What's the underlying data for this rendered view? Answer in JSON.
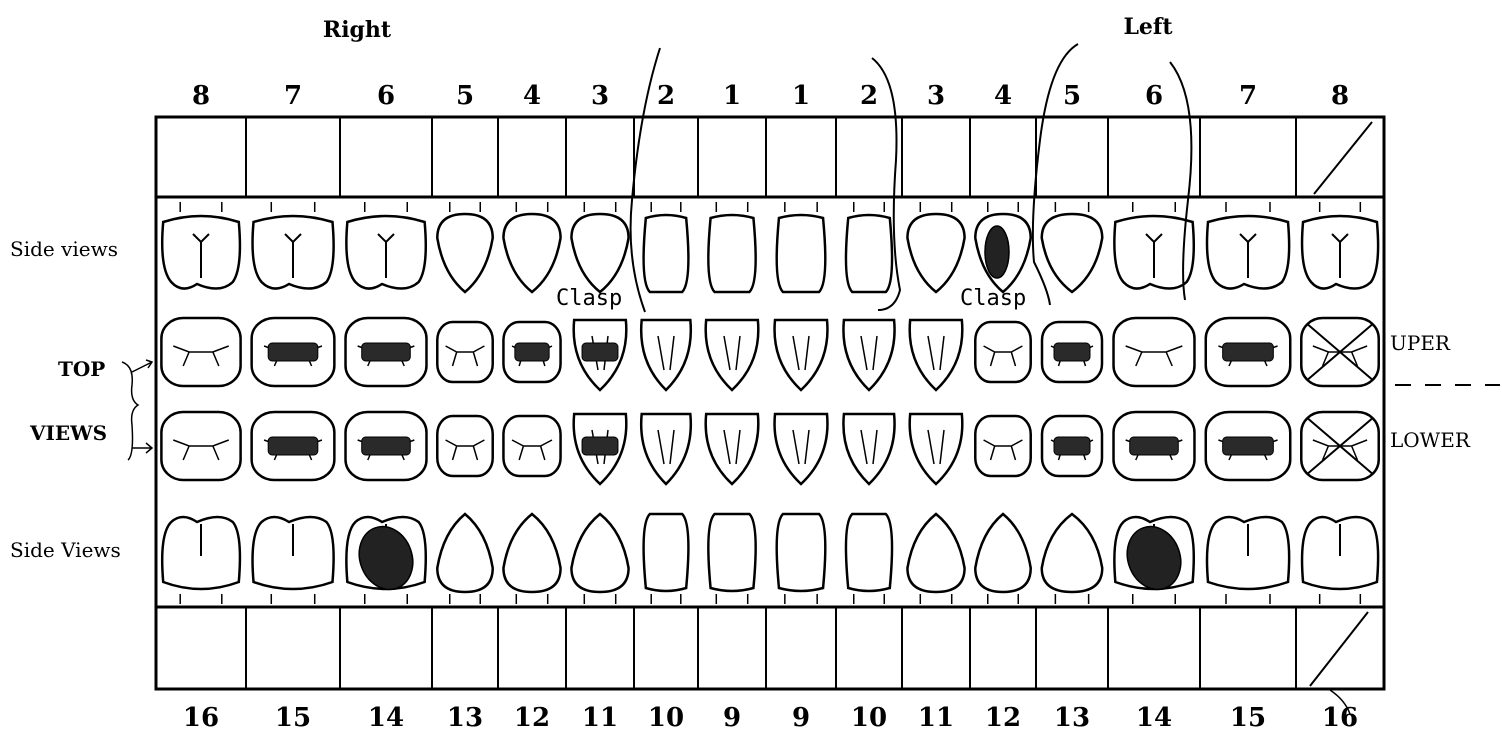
{
  "header": {
    "right_label": "Right",
    "left_label": "Left"
  },
  "upper_numbers": [
    "8",
    "7",
    "6",
    "5",
    "4",
    "3",
    "2",
    "1",
    "1",
    "2",
    "3",
    "4",
    "5",
    "6",
    "7",
    "8"
  ],
  "lower_numbers": [
    "16",
    "15",
    "14",
    "13",
    "12",
    "11",
    "10",
    "9",
    "9",
    "10",
    "11",
    "12",
    "13",
    "14",
    "15",
    "16"
  ],
  "labels": {
    "side_views_upper": "Side views",
    "top": "TOP",
    "views": "VIEWS",
    "side_views_lower": "Side Views",
    "uper": "UPER",
    "lower": "LOWER"
  },
  "annotations": {
    "clasp_left": "Clasp",
    "clasp_right": "Clasp"
  },
  "findings": {
    "upper_side_filled": [
      12
    ],
    "upper_top_filled": [
      2,
      3,
      5,
      6,
      13,
      15
    ],
    "upper_top_missing": [
      16
    ],
    "lower_top_filled": [
      2,
      3,
      6,
      13,
      14,
      15
    ],
    "lower_top_missing": [
      16
    ],
    "lower_side_filled": [
      3,
      14
    ],
    "missing_boxes": [
      16
    ]
  }
}
